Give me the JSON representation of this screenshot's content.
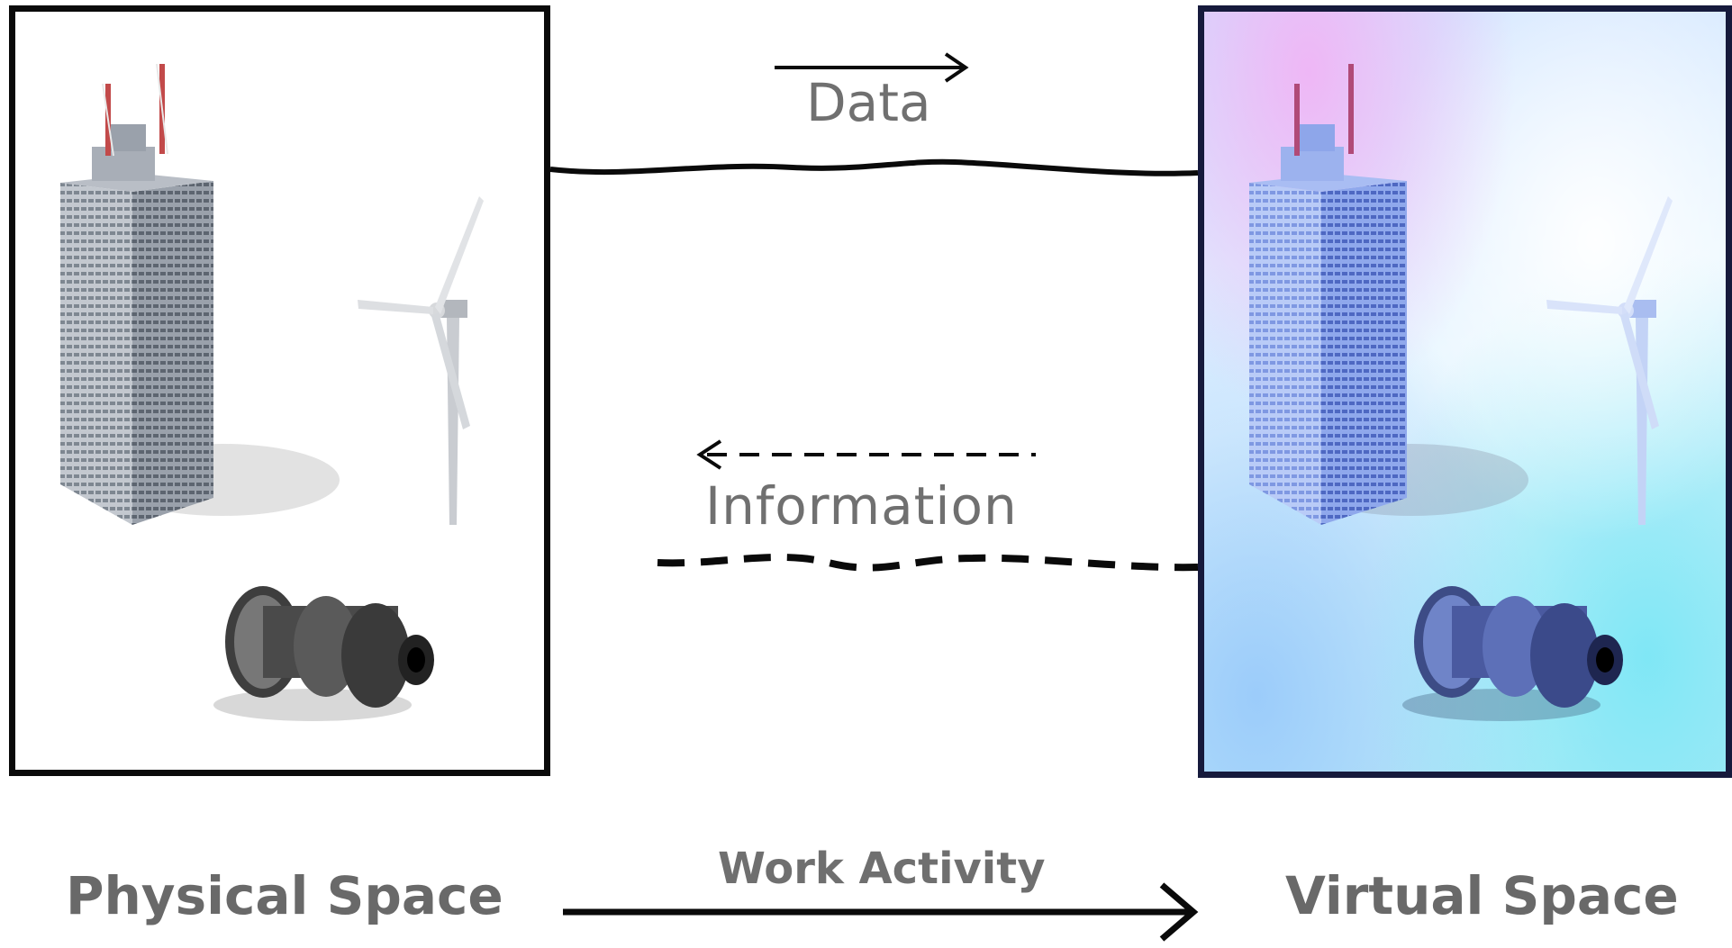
{
  "diagram": {
    "flows": {
      "data_label": "Data",
      "information_label": "Information",
      "work_activity_label": "Work Activity"
    },
    "spaces": {
      "physical_label": "Physical Space",
      "virtual_label": "Virtual Space"
    },
    "objects": [
      "skyscraper",
      "wind-turbine",
      "jet-engine-turbine"
    ],
    "colors": {
      "line": "#0a0a0a",
      "text": "#6b6b6b",
      "virtual_tint": "#9fb8f5"
    }
  }
}
